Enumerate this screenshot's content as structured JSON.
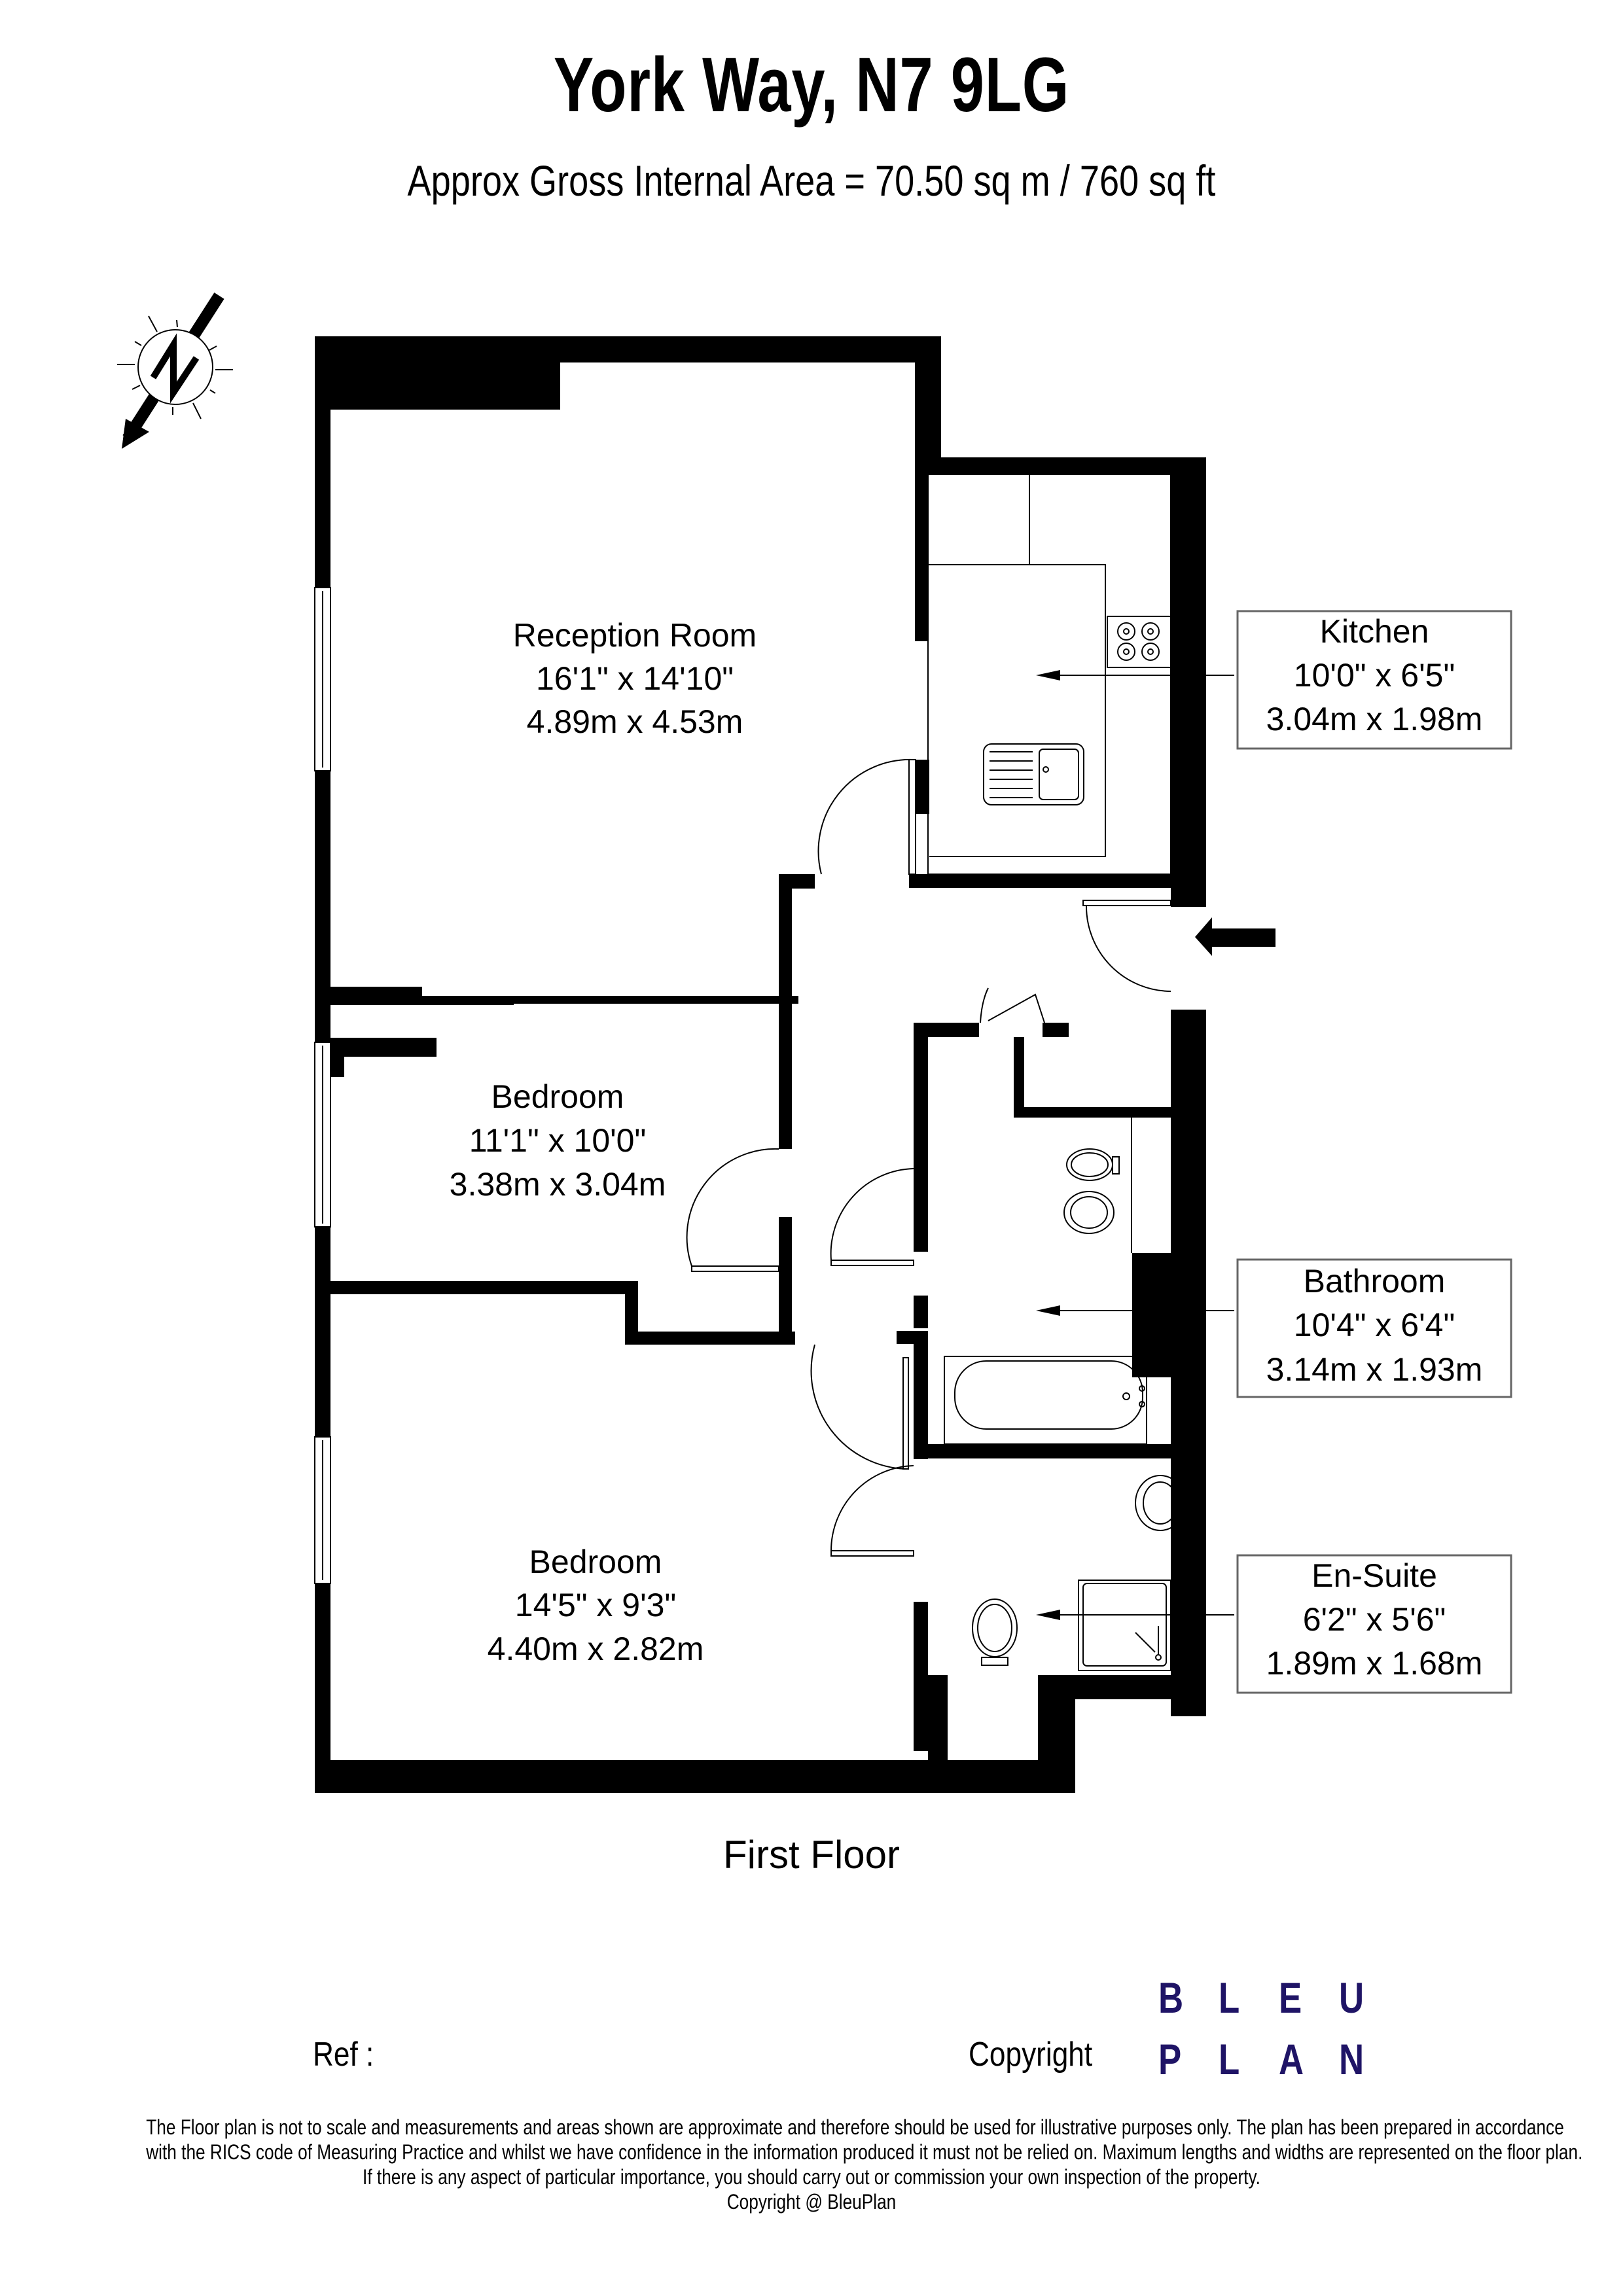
{
  "header": {
    "title": "York Way, N7 9LG",
    "subtitle": "Approx Gross Internal Area = 70.50 sq m / 760 sq ft"
  },
  "compass": {
    "icon": "north-arrow-icon",
    "label": "N"
  },
  "rooms": [
    {
      "name": "Reception Room",
      "imperial": "16'1\" x 14'10\"",
      "metric": "4.89m x 4.53m"
    },
    {
      "name": "Bedroom",
      "imperial": "11'1\" x 10'0\"",
      "metric": "3.38m x 3.04m"
    },
    {
      "name": "Bedroom",
      "imperial": "14'5\" x 9'3\"",
      "metric": "4.40m x 2.82m"
    }
  ],
  "callouts": [
    {
      "name": "Kitchen",
      "imperial": "10'0\" x 6'5\"",
      "metric": "3.04m x 1.98m"
    },
    {
      "name": "Bathroom",
      "imperial": "10'4\" x 6'4\"",
      "metric": "3.14m x 1.93m"
    },
    {
      "name": "En-Suite",
      "imperial": "6'2\" x 5'6\"",
      "metric": "1.89m x 1.68m"
    }
  ],
  "entrance": {
    "icon": "entrance-arrow-icon"
  },
  "floor_label": "First Floor",
  "footer": {
    "ref_label": "Ref  :",
    "copyright_label": "Copyright",
    "logo": {
      "row1": [
        "B",
        "L",
        "E",
        "U"
      ],
      "row2": [
        "P",
        "L",
        "A",
        "N"
      ],
      "color": "#1f1466"
    },
    "disclaimer": [
      "The Floor plan is not to scale and measurements and areas shown are approximate and therefore should be used for illustrative purposes only. The plan has been prepared in accordance",
      "with the RICS code of Measuring Practice and whilst we have confidence in the information produced it must not be relied on. Maximum lengths and widths are represented on the floor plan.",
      "If there is any aspect of particular importance, you should carry out or commission your own inspection of the property.",
      "Copyright @ BleuPlan"
    ]
  }
}
